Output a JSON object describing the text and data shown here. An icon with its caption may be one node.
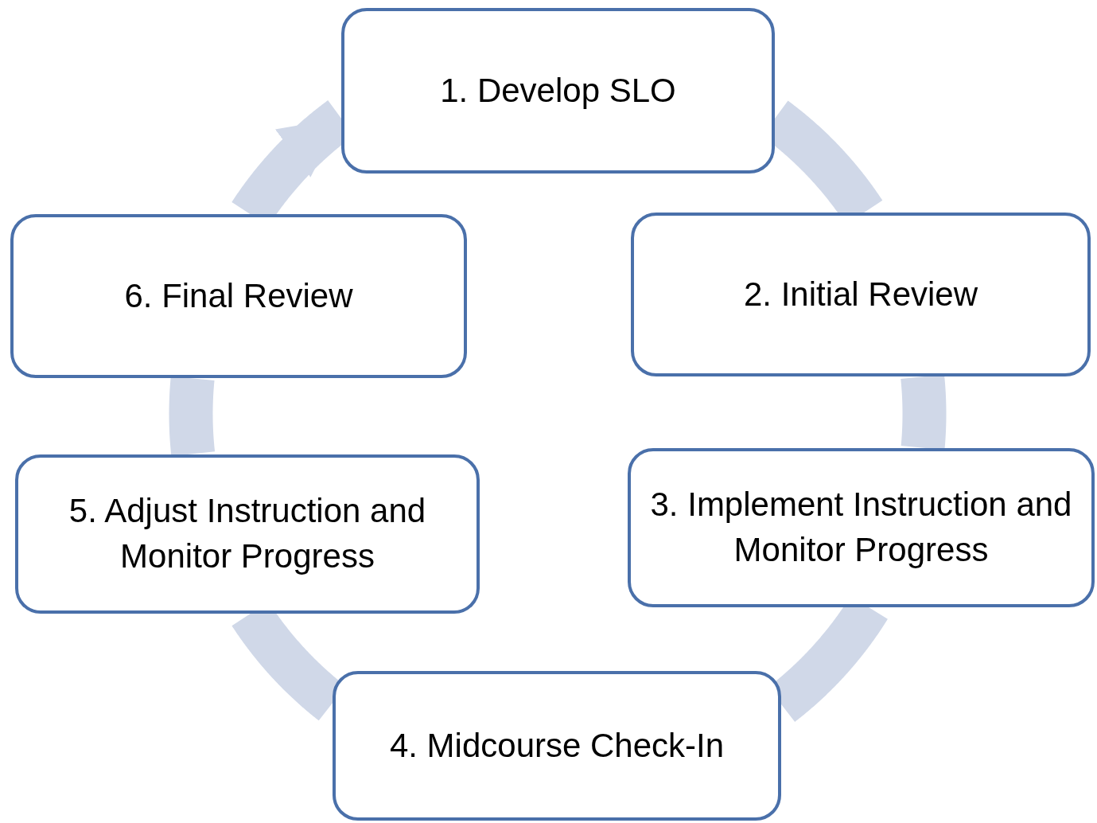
{
  "diagram": {
    "nodes": [
      {
        "text": [
          "1. Develop SLO"
        ]
      },
      {
        "text": [
          "2. Initial Review"
        ]
      },
      {
        "text": [
          "3. Implement Instruction and Monitor Progress"
        ]
      },
      {
        "text": [
          "4. Midcourse Check-In"
        ]
      },
      {
        "text": [
          "5. Adjust Instruction and Monitor Progress"
        ]
      },
      {
        "text": [
          "6. Final Review"
        ]
      }
    ],
    "edges": [
      {
        "from": 0,
        "to": 1,
        "arrow": "none"
      },
      {
        "from": 1,
        "to": 2,
        "arrow": "none"
      },
      {
        "from": 2,
        "to": 3,
        "arrow": "none"
      },
      {
        "from": 3,
        "to": 4,
        "arrow": "none"
      },
      {
        "from": 4,
        "to": 5,
        "arrow": "none"
      },
      {
        "from": 5,
        "to": 0,
        "arrow": "to"
      }
    ]
  }
}
